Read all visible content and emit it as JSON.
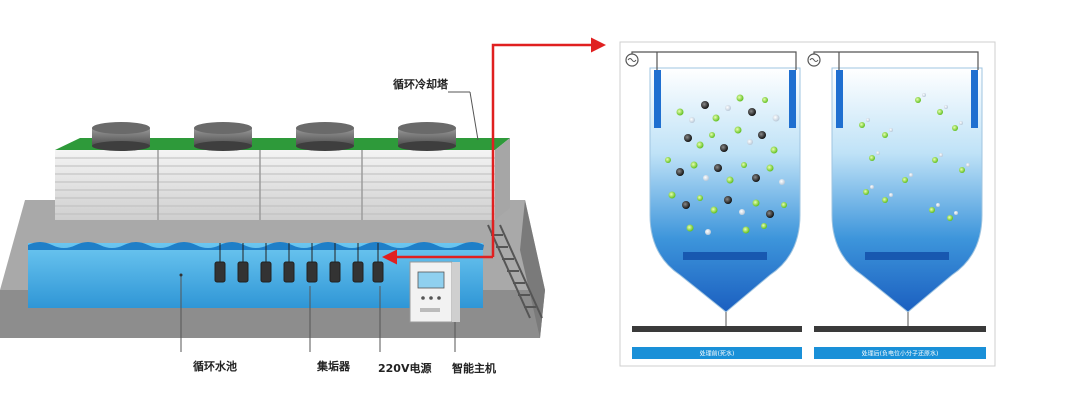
{
  "labels": {
    "tower": "循环冷却塔",
    "pool": "循环水池",
    "collector": "集垢器",
    "power": "220V电源",
    "host": "智能主机"
  },
  "tanks": {
    "left_caption": "处理前(死水)",
    "right_caption": "处理后(负电位小分子还原水)"
  },
  "colors": {
    "arrow": "#e02020",
    "tower_top": "#2e9a3a",
    "water": "#4ab2e6",
    "tank_blue": "#1f6fd0",
    "caption_bar": "#1a90d8"
  }
}
